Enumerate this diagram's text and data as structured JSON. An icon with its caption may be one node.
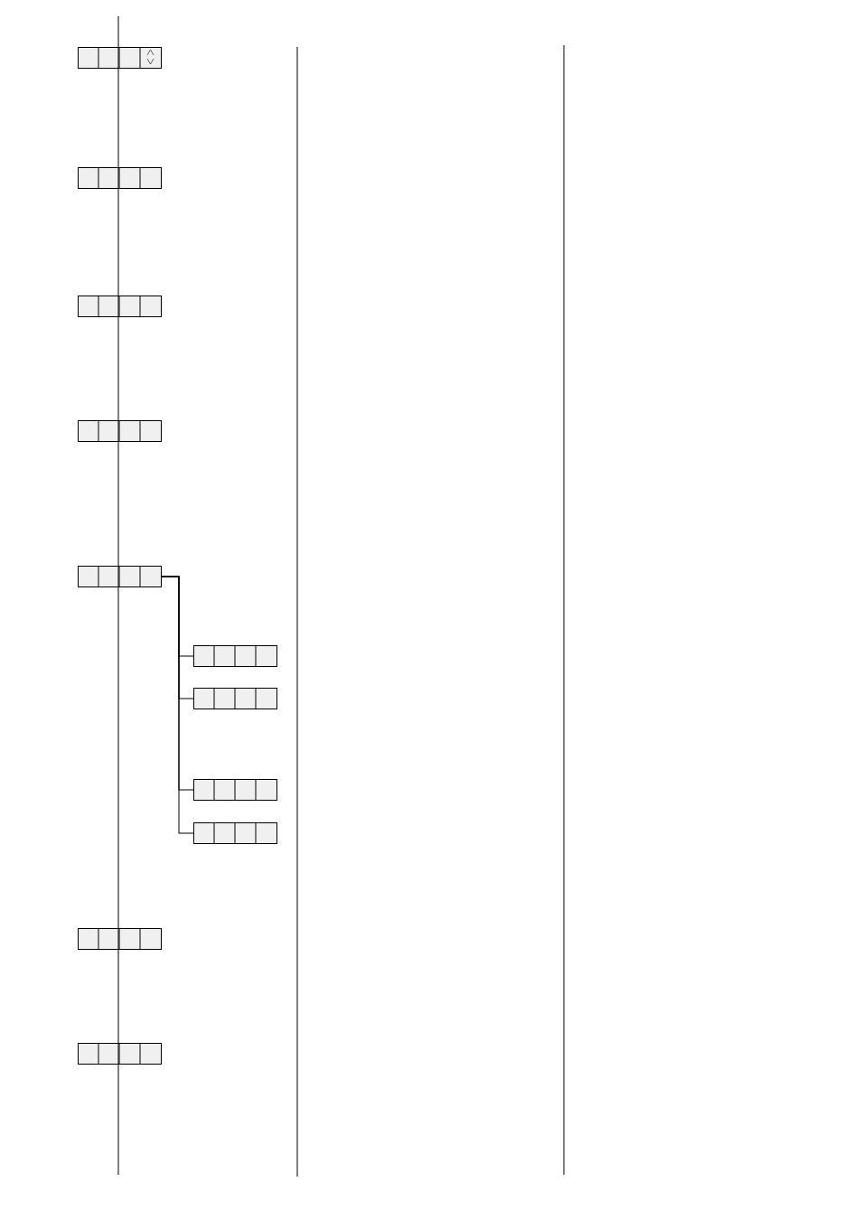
{
  "diagram": {
    "nodes": [
      {
        "text": [],
        "shape": "box"
      },
      {
        "text": [],
        "shape": "box"
      },
      {
        "text": [],
        "shape": "box"
      },
      {
        "text": [],
        "shape": "box"
      },
      {
        "text": [],
        "shape": "box"
      },
      {
        "text": [],
        "shape": "box"
      },
      {
        "text": [],
        "shape": "box"
      },
      {
        "text": [],
        "shape": "box"
      },
      {
        "text": [],
        "shape": "box"
      },
      {
        "text": [],
        "shape": "box"
      },
      {
        "text": [],
        "shape": "box"
      }
    ],
    "edges": [
      {
        "from": 4,
        "to": 5,
        "arrow": "none"
      },
      {
        "from": 4,
        "to": 6,
        "arrow": "none"
      },
      {
        "from": 4,
        "to": 7,
        "arrow": "none"
      },
      {
        "from": 4,
        "to": 8,
        "arrow": "none"
      }
    ]
  }
}
